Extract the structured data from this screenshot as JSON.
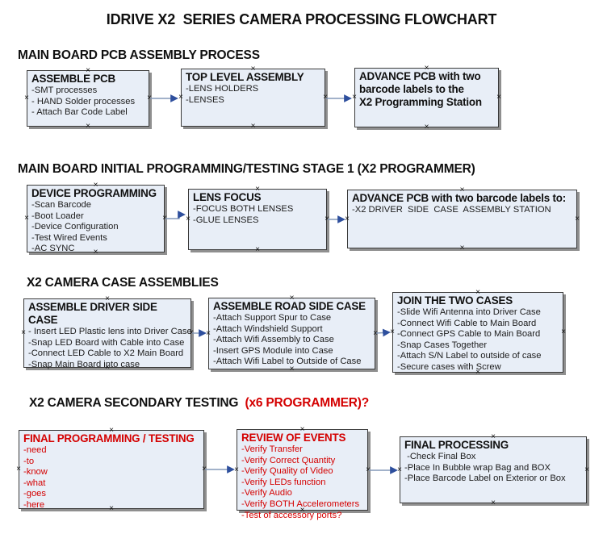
{
  "title": "IDRIVE X2  SERIES CAMERA PROCESSING FLOWCHART",
  "colors": {
    "box_fill": "#e8eef7",
    "box_border": "#3a3a3a",
    "box_shadow": "#8f8f8f",
    "arrow_line": "#8499b8",
    "arrow_head": "#2e4f9d",
    "red_text": "#d40000",
    "black_text": "#101010"
  },
  "sections": [
    {
      "heading": "MAIN BOARD PCB ASSEMBLY PROCESS",
      "boxes": [
        {
          "title": "ASSEMBLE PCB",
          "items": [
            "-SMT processes",
            "- HAND Solder processes",
            "- Attach Bar Code Label"
          ]
        },
        {
          "title": "TOP LEVEL ASSEMBLY",
          "items": [
            "-LENS HOLDERS",
            "-LENSES"
          ]
        },
        {
          "title": "ADVANCE PCB with two\nbarcode labels to the\n X2 Programming Station",
          "items": []
        }
      ]
    },
    {
      "heading": "MAIN BOARD INITIAL PROGRAMMING/TESTING STAGE 1 (X2 PROGRAMMER)",
      "boxes": [
        {
          "title": "DEVICE PROGRAMMING",
          "items": [
            "-Scan Barcode",
            "-Boot Loader",
            "-Device Configuration",
            "-Test Wired Events",
            "-AC SYNC"
          ]
        },
        {
          "title": "LENS FOCUS",
          "items": [
            "-FOCUS BOTH LENSES",
            "-GLUE LENSES"
          ]
        },
        {
          "title": "ADVANCE PCB with two barcode labels to:",
          "items": [
            "-X2 DRIVER  SIDE  CASE  ASSEMBLY STATION"
          ]
        }
      ]
    },
    {
      "heading": "X2 CAMERA CASE ASSEMBLIES",
      "boxes": [
        {
          "title": "ASSEMBLE DRIVER SIDE CASE",
          "items": [
            "- Insert LED Plastic lens into Driver Case",
            "-Snap LED Board with Cable into Case",
            "-Connect LED Cable to X2 Main Board",
            "-Snap Main Board into case"
          ]
        },
        {
          "title": "ASSEMBLE ROAD SIDE CASE",
          "items": [
            "-Attach Support Spur to Case",
            "-Attach Windshield Support",
            "-Attach Wifi Assembly to Case",
            "-Insert GPS Module into Case",
            "-Attach Wifi Label to Outside of Case"
          ]
        },
        {
          "title": "JOIN THE TWO CASES",
          "items": [
            "-Slide Wifi Antenna into Driver Case",
            "-Connect Wifi Cable to Main Board",
            "-Connect GPS Cable to Main Board",
            "-Snap Cases Together",
            "-Attach S/N Label to outside of case",
            "-Secure cases with Screw"
          ]
        }
      ]
    },
    {
      "heading": "X2 CAMERA SECONDARY TESTING ",
      "heading_suffix": " (x6 PROGRAMMER)?",
      "boxes": [
        {
          "title": "FINAL PROGRAMMING / TESTING",
          "items": [
            "-need",
            "-to",
            "-know",
            "-what",
            "-goes",
            "-here"
          ]
        },
        {
          "title": "REVIEW OF EVENTS",
          "items": [
            "-Verify Transfer",
            "-Verify Correct Quantity",
            "-Verify Quality of Video",
            "-Verify LEDs function",
            "-Verify Audio",
            "-Verify BOTH Accelerometers",
            "-Test of accessory ports?"
          ]
        },
        {
          "title": "FINAL PROCESSING",
          "items": [
            " -Check Final Box",
            "-Place In Bubble wrap Bag and BOX",
            "-Place Barcode Label on Exterior or Box"
          ]
        }
      ]
    }
  ]
}
